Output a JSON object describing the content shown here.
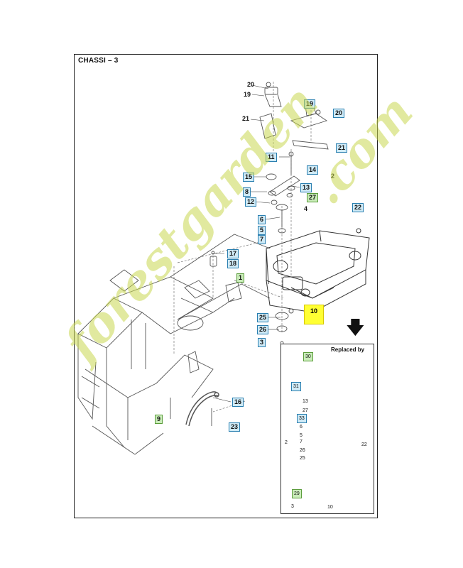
{
  "title": "CHASSI – 3",
  "highlight_label": "10",
  "inset_title": "Replaced by",
  "watermark": {
    "main": "forestgarden",
    "suffix": ".com"
  },
  "callouts": [
    {
      "key": "c20a",
      "text": "20",
      "style": "plain"
    },
    {
      "key": "c19a",
      "text": "19",
      "style": "plain"
    },
    {
      "key": "c21a",
      "text": "21",
      "style": "plain"
    },
    {
      "key": "c19b",
      "text": "19",
      "style": "boxed"
    },
    {
      "key": "c20b",
      "text": "20",
      "style": "boxed"
    },
    {
      "key": "c21b",
      "text": "21",
      "style": "boxed"
    },
    {
      "key": "c11",
      "text": "11",
      "style": "boxed"
    },
    {
      "key": "c14",
      "text": "14",
      "style": "boxed"
    },
    {
      "key": "c2a",
      "text": "2",
      "style": "plain"
    },
    {
      "key": "c15",
      "text": "15",
      "style": "boxed"
    },
    {
      "key": "c13a",
      "text": "13",
      "style": "boxed"
    },
    {
      "key": "c27a",
      "text": "27",
      "style": "green"
    },
    {
      "key": "c8",
      "text": "8",
      "style": "boxed"
    },
    {
      "key": "c12",
      "text": "12",
      "style": "boxed"
    },
    {
      "key": "c4",
      "text": "4",
      "style": "plain"
    },
    {
      "key": "c22a",
      "text": "22",
      "style": "boxed"
    },
    {
      "key": "c6a",
      "text": "6",
      "style": "boxed"
    },
    {
      "key": "c5a",
      "text": "5",
      "style": "boxed"
    },
    {
      "key": "c7a",
      "text": "7",
      "style": "boxed"
    },
    {
      "key": "c17",
      "text": "17",
      "style": "boxed"
    },
    {
      "key": "c18",
      "text": "18",
      "style": "boxed"
    },
    {
      "key": "c1",
      "text": "1",
      "style": "green"
    },
    {
      "key": "c25a",
      "text": "25",
      "style": "boxed"
    },
    {
      "key": "c26a",
      "text": "26",
      "style": "boxed"
    },
    {
      "key": "c3a",
      "text": "3",
      "style": "boxed"
    },
    {
      "key": "c16",
      "text": "16",
      "style": "boxed"
    },
    {
      "key": "c9",
      "text": "9",
      "style": "green"
    },
    {
      "key": "c23",
      "text": "23",
      "style": "boxed"
    },
    {
      "key": "c30",
      "text": "30",
      "style": "green"
    },
    {
      "key": "c31",
      "text": "31",
      "style": "boxed"
    },
    {
      "key": "c13b",
      "text": "13",
      "style": "plain"
    },
    {
      "key": "c27b",
      "text": "27",
      "style": "plain"
    },
    {
      "key": "c33",
      "text": "33",
      "style": "boxed"
    },
    {
      "key": "c6b",
      "text": "6",
      "style": "plain"
    },
    {
      "key": "c2b",
      "text": "2",
      "style": "plain"
    },
    {
      "key": "c5b",
      "text": "5",
      "style": "plain"
    },
    {
      "key": "c7b",
      "text": "7",
      "style": "plain"
    },
    {
      "key": "c26b",
      "text": "26",
      "style": "plain"
    },
    {
      "key": "c25b",
      "text": "25",
      "style": "plain"
    },
    {
      "key": "c22b",
      "text": "22",
      "style": "plain"
    },
    {
      "key": "c29",
      "text": "29",
      "style": "green"
    },
    {
      "key": "c3b",
      "text": "3",
      "style": "plain"
    },
    {
      "key": "c10b",
      "text": "10",
      "style": "plain"
    }
  ]
}
